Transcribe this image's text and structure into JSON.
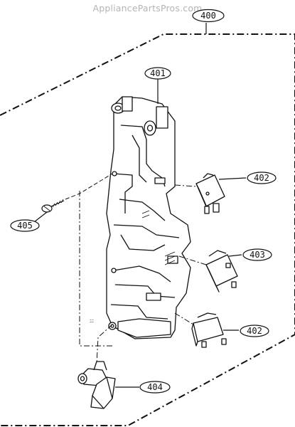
{
  "watermark": "AppliancePartsPros.com",
  "callouts": {
    "c400": "400",
    "c401": "401",
    "c402_top": "402",
    "c403": "403",
    "c402_bottom": "402",
    "c405": "405",
    "c404": "404"
  },
  "marks": {
    "small_label": "ﾆﾆ"
  }
}
